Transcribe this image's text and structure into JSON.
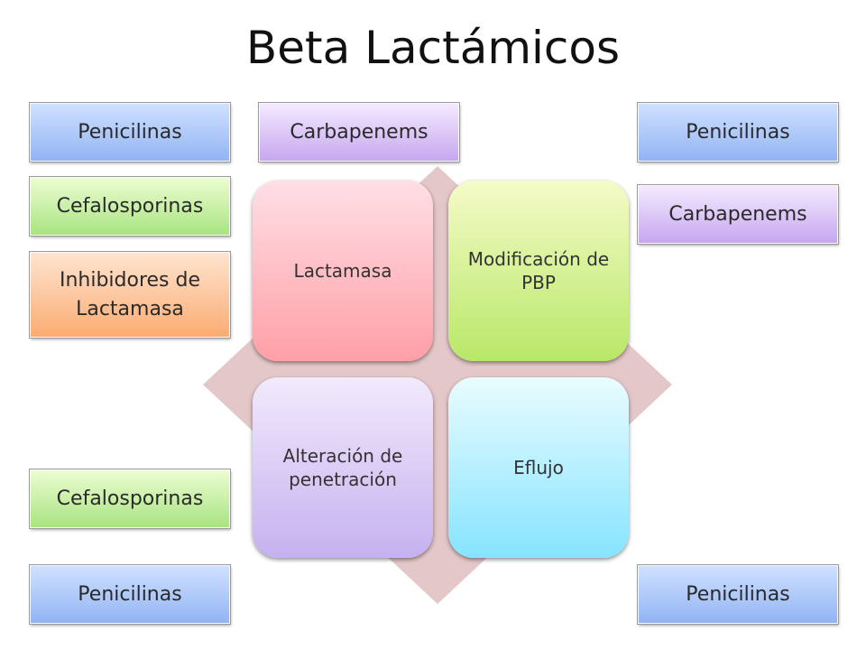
{
  "title": "Beta Lactámicos",
  "center": {
    "q1": "Lactamasa",
    "q2": "Modificación de PBP",
    "q3": "Alteración de penetración",
    "q4": "Eflujo"
  },
  "tags": {
    "left_top_1": "Penicilinas",
    "left_top_2": "Cefalosporinas",
    "left_top_3": "Inhibidores de Lactamasa",
    "left_bottom_1": "Cefalosporinas",
    "left_bottom_2": "Penicilinas",
    "center_top": "Carbapenems",
    "right_top_1": "Penicilinas",
    "right_top_2": "Carbapenems",
    "right_bottom": "Penicilinas"
  },
  "colors": {
    "diamond": "#e4c7c8",
    "blue": "#92b4f4",
    "green": "#a9e481",
    "orange": "#fbac72",
    "purple": "#c6a7ef",
    "pink": "#ff9fa6",
    "cyan": "#86e4ff"
  }
}
